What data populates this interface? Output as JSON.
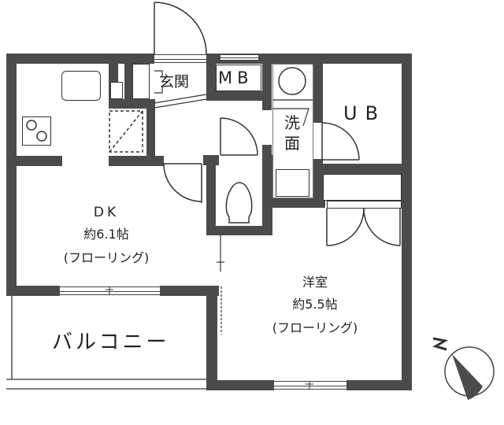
{
  "floor_plan": {
    "rooms": {
      "dk": {
        "name": "DK",
        "size": "約6.1帖",
        "floor": "(フローリング)"
      },
      "western": {
        "name": "洋室",
        "size": "約5.5帖",
        "floor": "(フローリング)"
      },
      "entrance": {
        "name": "玄関"
      },
      "meter_box": {
        "name": "MB"
      },
      "washroom": {
        "name": "洗面"
      },
      "unit_bath": {
        "name": "UB"
      },
      "balcony": {
        "name": "バルコニー"
      }
    },
    "compass": {
      "label": "N"
    },
    "colors": {
      "wall": "#4b4b4b",
      "line": "#333333",
      "background": "#ffffff"
    }
  }
}
